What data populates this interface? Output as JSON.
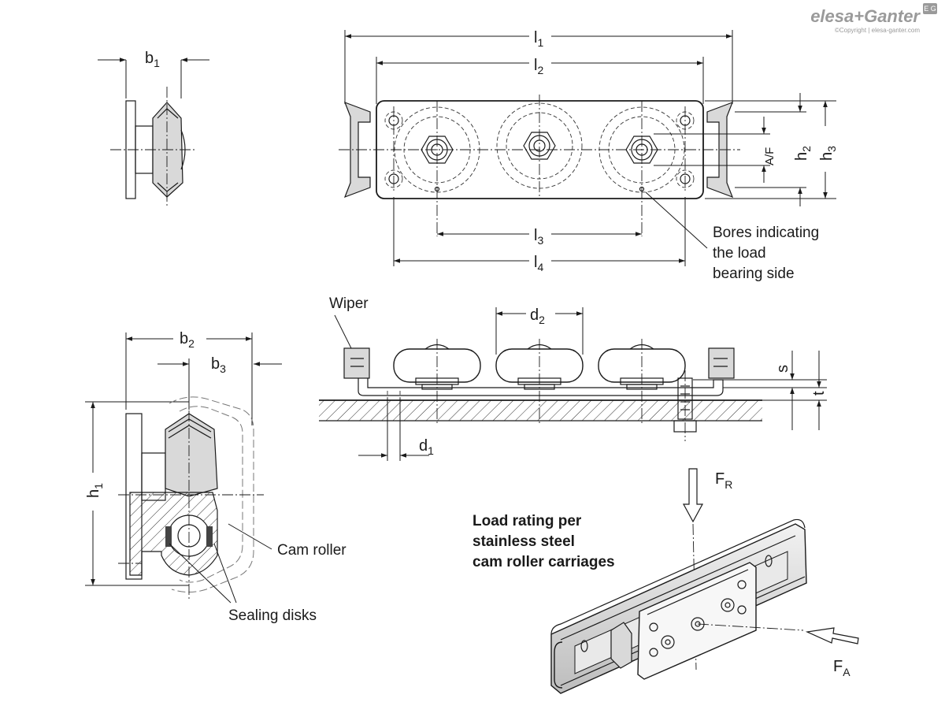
{
  "logo": {
    "name": "elesa+Ganter",
    "badge": "E G",
    "copyright": "©Copyright | elesa-ganter.com"
  },
  "dimensions": {
    "l1": "l",
    "l2": "l",
    "l3": "l",
    "l4": "l",
    "l1_sub": "1",
    "l2_sub": "2",
    "l3_sub": "3",
    "l4_sub": "4",
    "b1": "b",
    "b1_sub": "1",
    "b2": "b",
    "b2_sub": "2",
    "b3": "b",
    "b3_sub": "3",
    "h1": "h",
    "h1_sub": "1",
    "h2": "h",
    "h2_sub": "2",
    "h3": "h",
    "h3_sub": "3",
    "af": "A/F",
    "d1": "d",
    "d1_sub": "1",
    "d2": "d",
    "d2_sub": "2",
    "s": "s",
    "t": "t"
  },
  "labels": {
    "bores_line1": "Bores indicating",
    "bores_line2": "the load",
    "bores_line3": "bearing side",
    "wiper": "Wiper",
    "cam_roller": "Cam roller",
    "sealing_disks": "Sealing disks",
    "load_line1": "Load rating per",
    "load_line2": "stainless steel",
    "load_line3": "cam roller carriages",
    "fr": "F",
    "fr_sub": "R",
    "fa": "F",
    "fa_sub": "A"
  }
}
